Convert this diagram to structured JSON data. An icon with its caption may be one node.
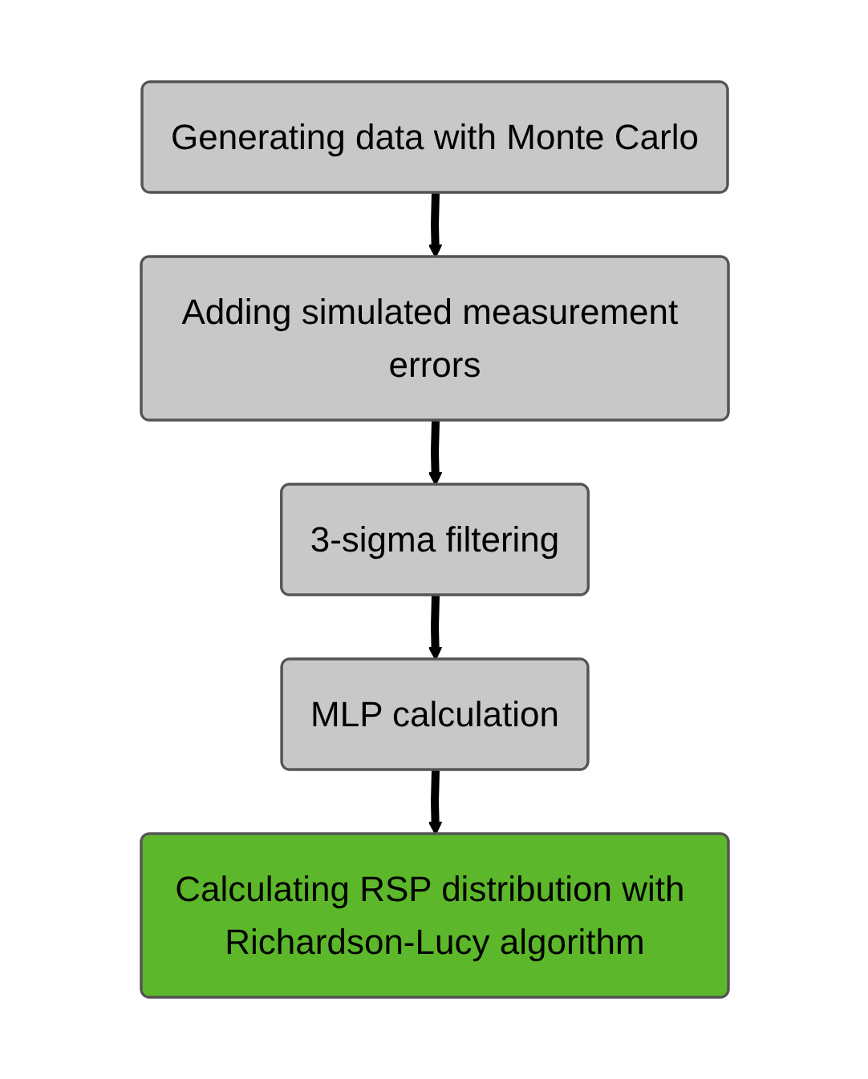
{
  "diagram": {
    "nodes": [
      {
        "text": [
          "Generating data with Monte Carlo"
        ]
      },
      {
        "text": [
          "Adding simulated measurement errors"
        ]
      },
      {
        "text": [
          "3-sigma filtering"
        ]
      },
      {
        "text": [
          "MLP calculation"
        ]
      },
      {
        "text": [
          "Calculating RSP distribution with Richardson-Lucy algorithm"
        ]
      }
    ],
    "edges": [
      {
        "from": 0,
        "to": 1,
        "arrow": "to"
      },
      {
        "from": 1,
        "to": 2,
        "arrow": "to"
      },
      {
        "from": 2,
        "to": 3,
        "arrow": "to"
      },
      {
        "from": 3,
        "to": 4,
        "arrow": "to"
      }
    ]
  }
}
